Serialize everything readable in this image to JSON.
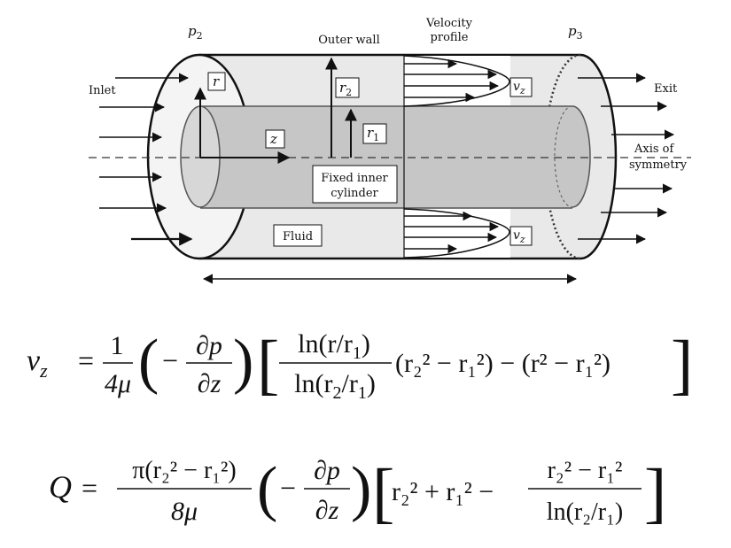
{
  "diagram": {
    "labels": {
      "p2": "p",
      "p2_sub": "2",
      "p3": "p",
      "p3_sub": "3",
      "outer_wall": "Outer wall",
      "velocity_profile_line1": "Velocity",
      "velocity_profile_line2": "profile",
      "inlet": "Inlet",
      "exit": "Exit",
      "axis_line1": "Axis of",
      "axis_line2": "symmetry",
      "r": "r",
      "r2": "r",
      "r2_sub": "2",
      "r1": "r",
      "r1_sub": "1",
      "z": "z",
      "vz_top": "v",
      "vz_top_sub": "z",
      "vz_bottom": "v",
      "vz_bottom_sub": "z",
      "fixed_inner_line1": "Fixed inner",
      "fixed_inner_line2": "cylinder",
      "fluid": "Fluid"
    },
    "colors": {
      "inner_cylinder": "#c8c8c8",
      "annulus": "#e6e6e6",
      "stroke": "#111111",
      "background": "#ffffff"
    }
  },
  "equations": {
    "velocity": {
      "lhs": "v",
      "lhs_sub": "z",
      "eq": "=",
      "coef_num": "1",
      "coef_den": "4μ",
      "grad_num": "∂p",
      "grad_den": "∂z",
      "minus": "−",
      "frac_num": "ln(r/r",
      "frac_num_sub": "1",
      "frac_num_close": ")",
      "frac_den": "ln(r",
      "frac_den_sub2": "2",
      "frac_den_mid": "/r",
      "frac_den_sub1": "1",
      "frac_den_close": ")",
      "tail": "(r₂² − r₁²) − (r² − r₁²)"
    },
    "flow": {
      "lhs": "Q",
      "eq": "=",
      "coef_num": "π(r₂² − r₁²)",
      "coef_den": "8μ",
      "grad_num": "∂p",
      "grad_den": "∂z",
      "minus": "−",
      "bracket_terms": "r₂² + r₁² −",
      "frac_num": "r₂² − r₁²",
      "frac_den": "ln(r₂/r₁)"
    }
  }
}
